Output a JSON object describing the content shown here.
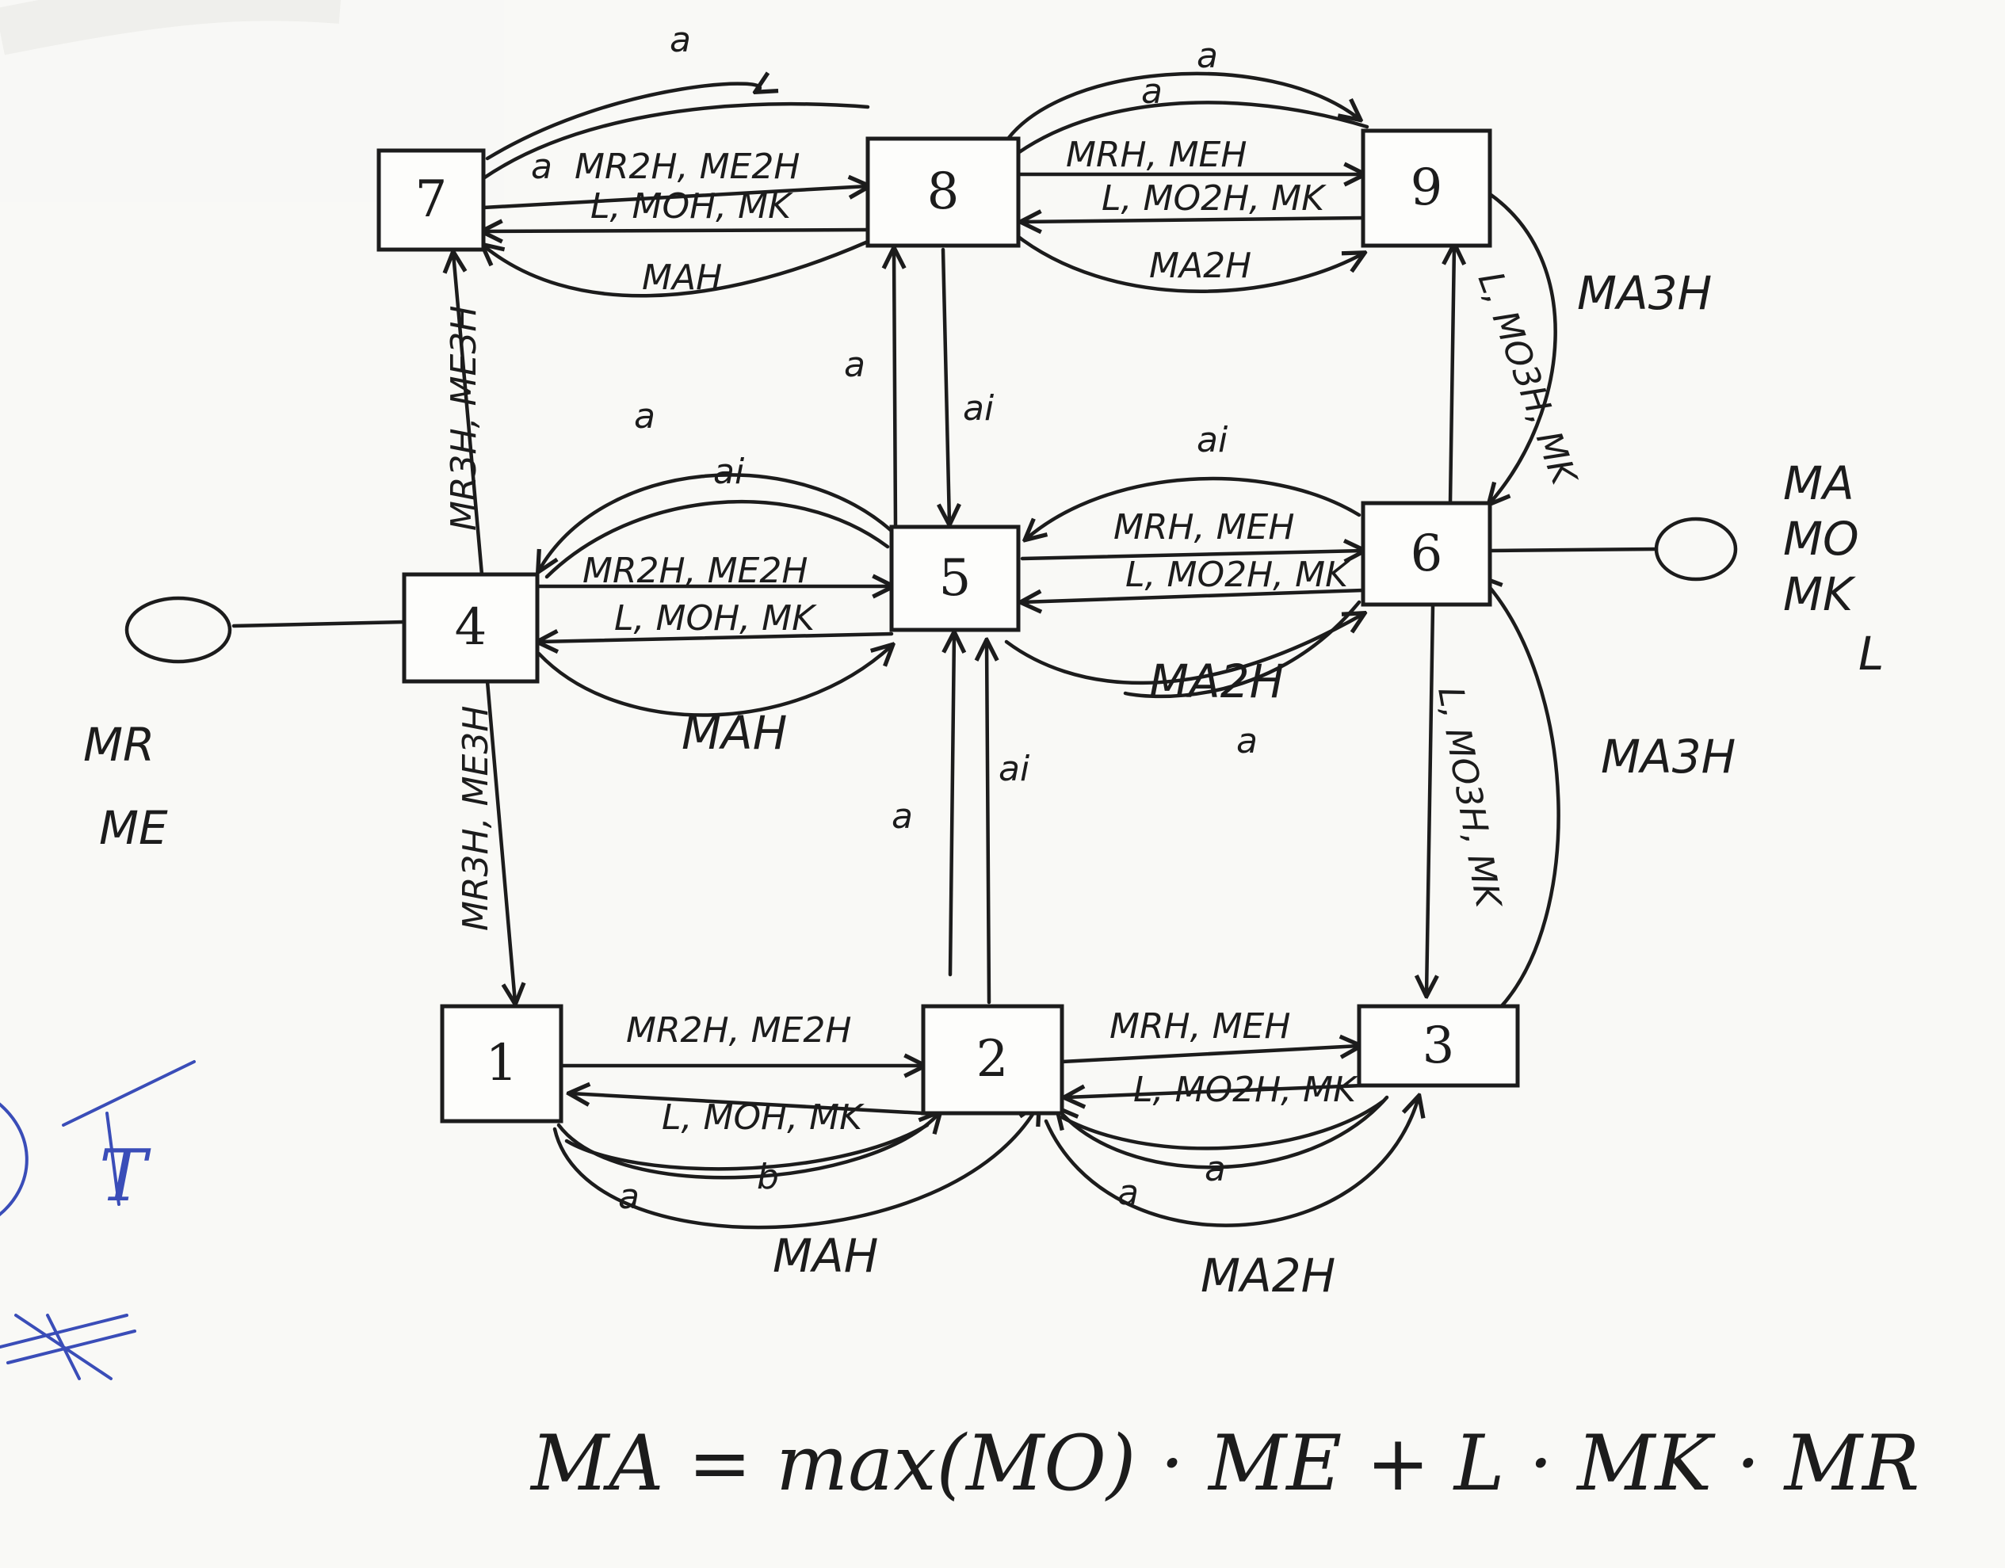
{
  "nodes": {
    "n1": "1",
    "n2": "2",
    "n3": "3",
    "n4": "4",
    "n5": "5",
    "n6": "6",
    "n7": "7",
    "n8": "8",
    "n9": "9"
  },
  "edges": {
    "e78_top": "a",
    "e78_fwd": "MR2H, ME2H",
    "e78_back": "L, MOH, MK",
    "e78_small_a": "a",
    "e78_bottom": "MAH",
    "e89_top": "a",
    "e89_fwd": "MRH, MEH",
    "e89_back": "L, MO2H, MK",
    "e89_small_a": "a",
    "e89_bottom": "MA2H",
    "e47": "MR3H, ME3H",
    "e41": "MR3H, ME3H",
    "e85_a": "a",
    "e85_ai": "ai",
    "e96": "L, MO3H, MK",
    "e9_right": "MA3H",
    "e45_a": "a",
    "e45_ai": "ai",
    "e45_fwd": "MR2H, ME2H",
    "e45_back": "L, MOH, MK",
    "e45_bottom": "MAH",
    "e56_ai": "ai",
    "e56_fwd": "MRH, MEH",
    "e56_back": "L, MO2H, MK",
    "e56_bottom": "MA2H",
    "e56_a": "a",
    "e52_a": "a",
    "e52_ai": "ai",
    "e63": "L, MO3H, MK",
    "e3_right": "MA3H",
    "e12_fwd": "MR2H, ME2H",
    "e12_back": "L, MOH, MK",
    "e12_b": "b",
    "e12_a": "a",
    "e12_bottom": "MAH",
    "e23_fwd": "MRH, MEH",
    "e23_back": "L, MO2H, MK",
    "e23_a": "a",
    "e23_small_a": "a",
    "e23_bottom": "MA2H"
  },
  "external": {
    "left_labels": [
      "MR",
      "ME"
    ],
    "right_labels": [
      "MA",
      "MO",
      "MK",
      "L"
    ]
  },
  "formula": "MA = max(MO) · ME + L · MK · MR",
  "margin_note": "T"
}
